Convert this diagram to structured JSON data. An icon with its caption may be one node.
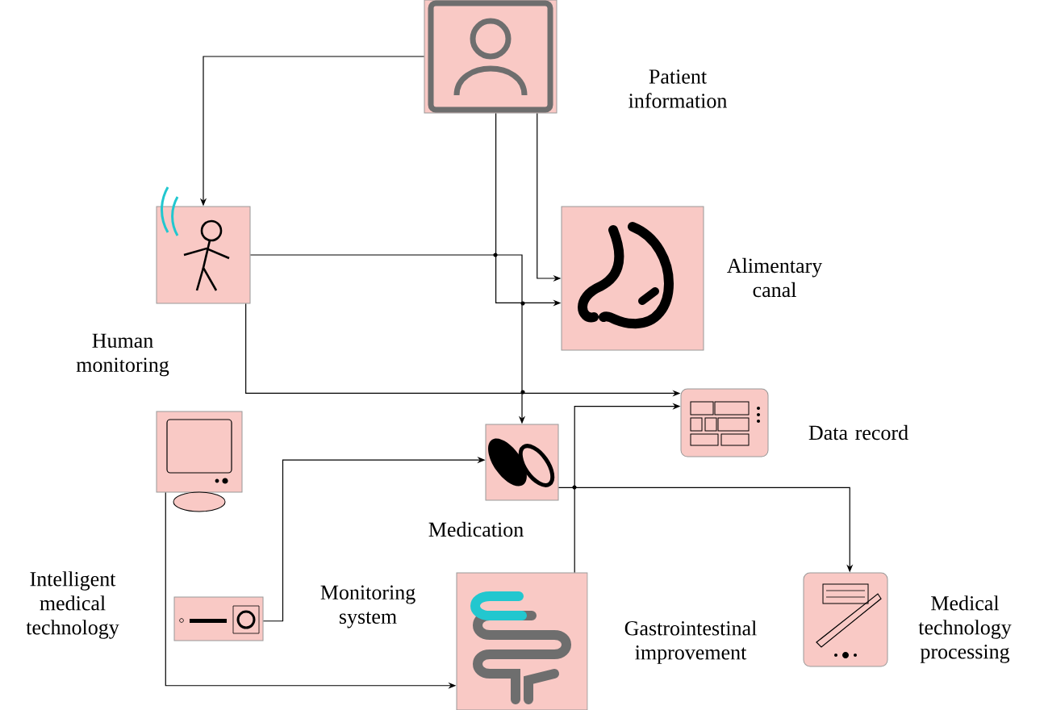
{
  "diagram": {
    "nodes": [
      {
        "text": [],
        "shape": "picture",
        "beside": [
          "Patient information"
        ]
      },
      {
        "text": [],
        "shape": "picture",
        "beside": [
          "Human monitoring"
        ]
      },
      {
        "text": [],
        "shape": "picture",
        "beside": [
          "Alimentary canal"
        ]
      },
      {
        "text": [],
        "shape": "picture",
        "beside": [
          "Intelligent medical technology"
        ]
      },
      {
        "text": [],
        "shape": "picture",
        "beside": [
          "Medication"
        ]
      },
      {
        "text": [],
        "shape": "picture",
        "beside": [
          "Data record"
        ]
      },
      {
        "text": [],
        "shape": "picture",
        "beside": [
          "Monitoring system"
        ]
      },
      {
        "text": [],
        "shape": "picture",
        "beside": [
          "Gastrointestinal improvement"
        ]
      },
      {
        "text": [],
        "shape": "picture",
        "beside": [
          "Medical technology processing"
        ]
      }
    ],
    "edges": [
      {
        "from": 0,
        "to": 1,
        "arrow": "to"
      },
      {
        "from": 0,
        "to": 2,
        "arrow": "to"
      },
      {
        "from": 0,
        "to": 2,
        "arrow": "to"
      },
      {
        "from": 1,
        "to": 4,
        "arrow": "to"
      },
      {
        "from": 1,
        "to": 5,
        "arrow": "to"
      },
      {
        "from": 6,
        "to": 4,
        "arrow": "to"
      },
      {
        "from": 7,
        "to": 5,
        "arrow": "to"
      },
      {
        "from": 4,
        "to": 8,
        "arrow": "to"
      },
      {
        "from": 3,
        "to": 7,
        "arrow": "to"
      }
    ]
  }
}
